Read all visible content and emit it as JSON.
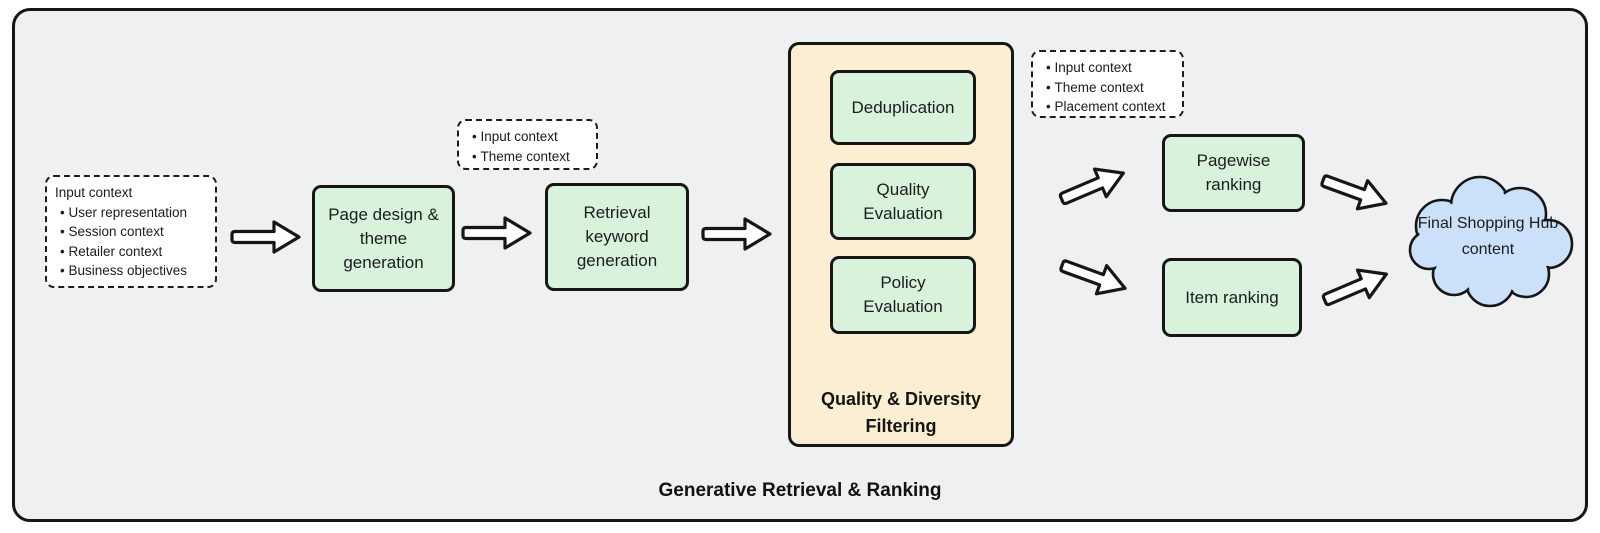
{
  "diagram": {
    "title": "Generative Retrieval & Ranking"
  },
  "colors": {
    "background": "#eef0f2",
    "node_green": "#d9f2db",
    "group_orange": "#fbeed3",
    "cloud_blue": "#cbe1f9",
    "outline": "#161616"
  },
  "input_context_box": {
    "title": "Input context",
    "items": [
      "User representation",
      "Session context",
      "Retailer context",
      "Business objectives"
    ]
  },
  "theme_context_box": {
    "items": [
      "Input context",
      "Theme context"
    ]
  },
  "placement_context_box": {
    "items": [
      "Input context",
      "Theme context",
      "Placement context"
    ]
  },
  "nodes": {
    "page_design": "Page design & theme generation",
    "retrieval_keyword": "Retrieval keyword generation",
    "deduplication": "Deduplication",
    "quality_evaluation": "Quality Evaluation",
    "policy_evaluation": "Policy Evaluation",
    "filtering_group": "Quality & Diversity Filtering",
    "pagewise_ranking": "Pagewise ranking",
    "item_ranking": "Item ranking",
    "final_output": "Final Shopping Hub content"
  }
}
